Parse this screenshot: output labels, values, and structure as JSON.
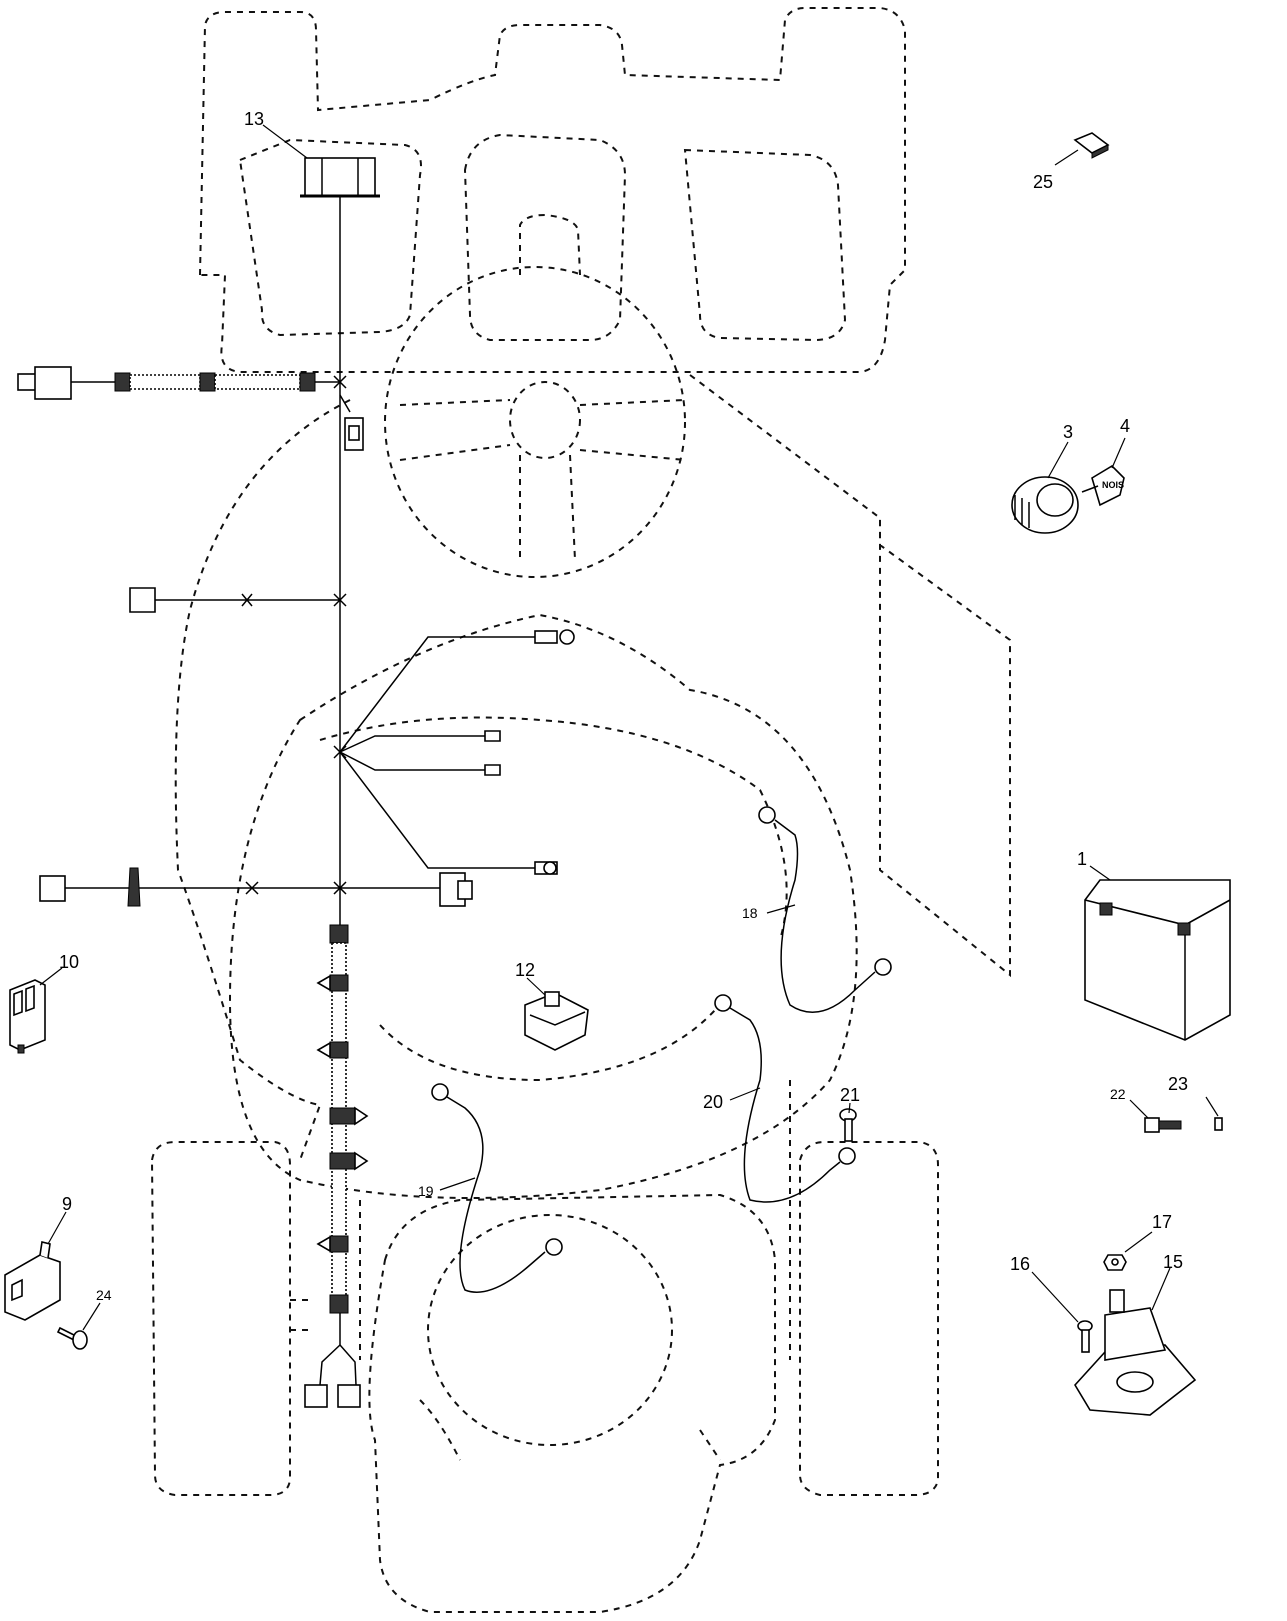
{
  "callouts": {
    "c1": "1",
    "c3": "3",
    "c4": "4",
    "c9": "9",
    "c10": "10",
    "c12": "12",
    "c13": "13",
    "c15": "15",
    "c16": "16",
    "c17": "17",
    "c18": "18",
    "c19": "19",
    "c20": "20",
    "c21": "21",
    "c22": "22",
    "c23": "23",
    "c24": "24",
    "c25": "25"
  },
  "battery_marking": "NOIS",
  "colors": {
    "line": "#000000",
    "phantom": "#111111",
    "background": "#ffffff"
  }
}
